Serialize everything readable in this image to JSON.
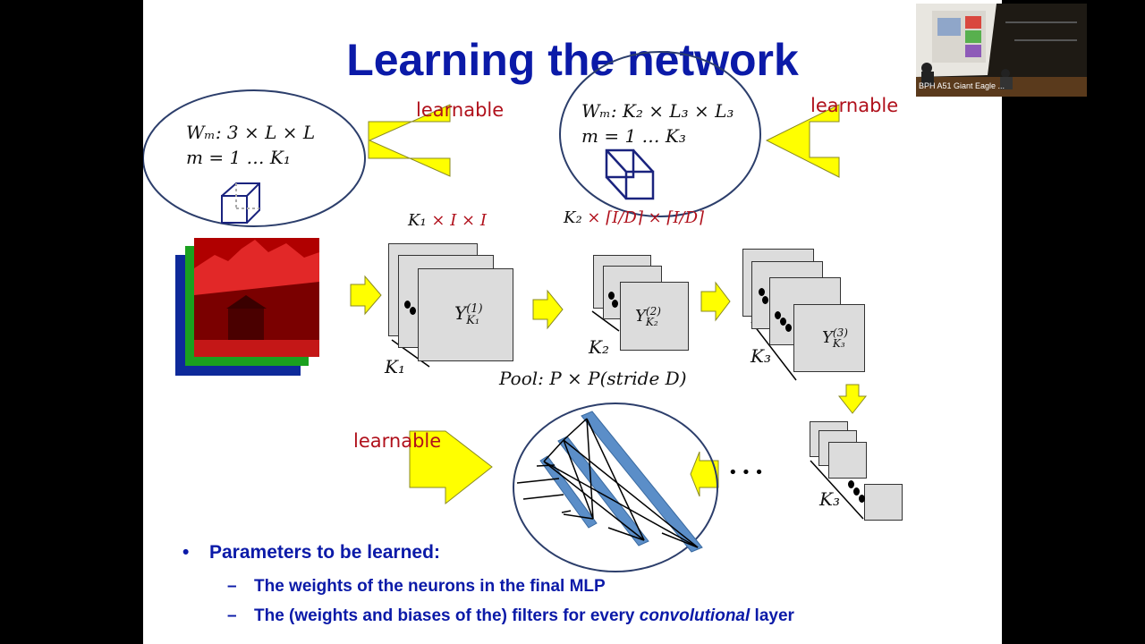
{
  "slide": {
    "title": "Learning the network",
    "filter1": {
      "line1": "Wₘ: 3 × L × L",
      "line2": "m = 1 … K₁"
    },
    "filter2": {
      "line1": "Wₘ: K₂ × L₃ × L₃",
      "line2": "m = 1 … K₃"
    },
    "learnable_labels": [
      "learnable",
      "learnable",
      "learnable"
    ],
    "dim1": {
      "k": "K₁",
      "rest": " × I × I"
    },
    "dim2": {
      "k": "K₂",
      "rest": " × ⌈I/D⌉ × ⌈I/D⌉"
    },
    "y1": {
      "base": "Y",
      "sup": "(1)",
      "sub": "K₁"
    },
    "y2": {
      "base": "Y",
      "sup": "(2)",
      "sub": "K₂"
    },
    "y3": {
      "base": "Y",
      "sup": "(3)",
      "sub": "K₃"
    },
    "k1_label": "K₁",
    "k2_label": "K₂",
    "k3_label": "K₃",
    "k3_label_bottom": "K₃",
    "pool_label": "Pool: P × P(stride D)",
    "ellipsis": "•••",
    "bullets": {
      "main": "Parameters to be learned:",
      "sub1": "The weights of the neurons in the final MLP",
      "sub2_before": "The (weights and biases of the) filters for every ",
      "sub2_italic": "convolutional",
      "sub2_after": " layer"
    },
    "colors": {
      "title": "#0b1aa8",
      "arrow_yellow": "#ffff00",
      "learnable_red": "#b0101b",
      "ellipse": "#2c3e6b"
    }
  },
  "webcam": {
    "label": "BPH A51 Giant Eagle ..."
  }
}
